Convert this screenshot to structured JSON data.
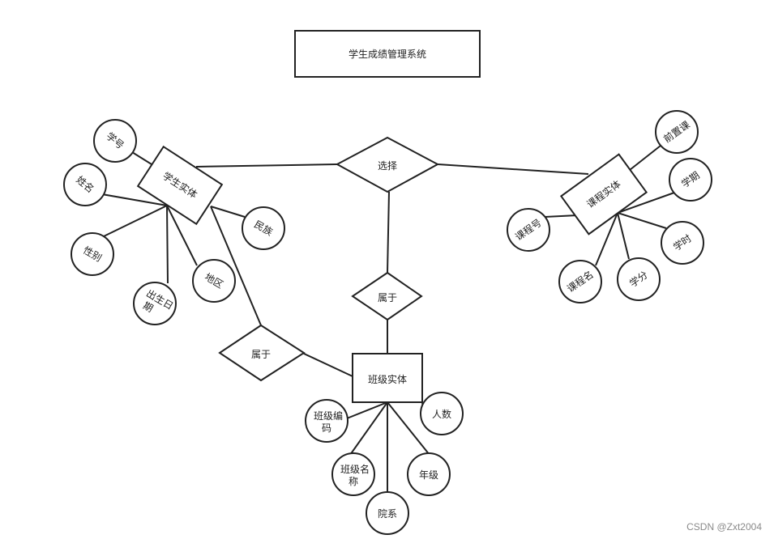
{
  "title": "学生成绩管理系统",
  "entities": {
    "student": "学生实体",
    "course": "课程实体",
    "class": "班级实体"
  },
  "relations": {
    "select": "选择",
    "belong_top": "属于",
    "belong_left": "属于"
  },
  "attributes": {
    "student": [
      "学号",
      "姓名",
      "性别",
      "出生日",
      "期",
      "地区",
      "民族"
    ],
    "course": [
      "前置课",
      "学期",
      "学时",
      "学分",
      "课程名",
      "课程号"
    ],
    "class": [
      "班级编",
      "码",
      "人数",
      "年级",
      "院系",
      "班级名",
      "称"
    ]
  },
  "watermark": "CSDN @Zxt2004"
}
